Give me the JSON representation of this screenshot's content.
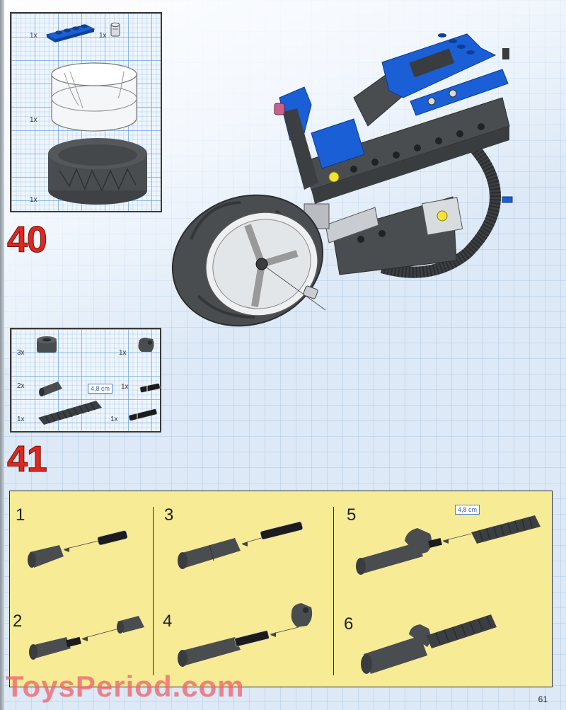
{
  "page": {
    "page_number": "61",
    "watermark": "ToysPeriod.com"
  },
  "step40": {
    "number": "40",
    "parts": [
      {
        "qty": "1x",
        "name": "blue plate 1x4"
      },
      {
        "qty": "1x",
        "name": "light grey bush"
      },
      {
        "qty": "1x",
        "name": "white rim"
      },
      {
        "qty": "1x",
        "name": "dark grey tire"
      }
    ],
    "illustration": "motorcycle assembly with rear wheel and bush being attached"
  },
  "step41": {
    "number": "41",
    "parts": [
      {
        "qty": "3x",
        "name": "dark grey bush"
      },
      {
        "qty": "1x",
        "name": "dark grey cam connector"
      },
      {
        "qty": "2x",
        "name": "dark grey tube connector"
      },
      {
        "qty": "1x",
        "name": "black pin with friction"
      },
      {
        "qty": "1x",
        "name": "dark grey flex tube"
      },
      {
        "qty": "1x",
        "name": "black long pin"
      }
    ],
    "measure_label": "4,8 cm",
    "substeps": [
      {
        "number": "1"
      },
      {
        "number": "2"
      },
      {
        "number": "3"
      },
      {
        "number": "4"
      },
      {
        "number": "5",
        "measure_label": "4,8 cm"
      },
      {
        "number": "6"
      }
    ]
  },
  "colors": {
    "step_number_red": "#e0271f",
    "panel_yellow": "#f8eb96",
    "technic_blue": "#1a5fd6",
    "technic_dark_grey": "#4a4d50",
    "grid_blue": "#5a96d7"
  }
}
